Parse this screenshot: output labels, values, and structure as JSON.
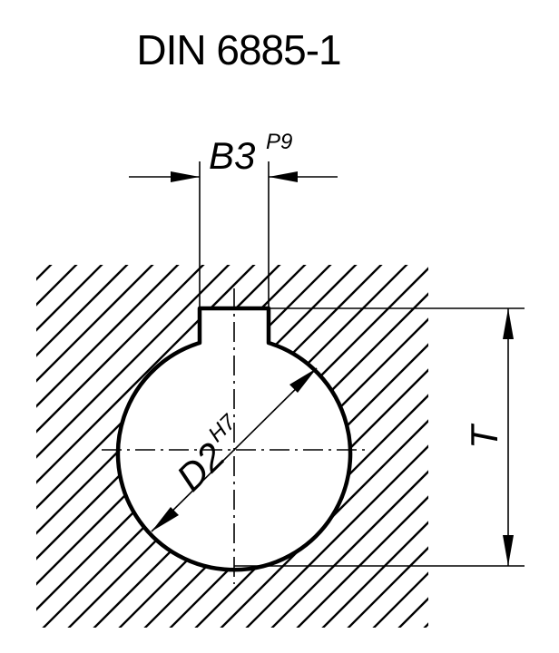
{
  "title": "DIN 6885-1",
  "dimensions": {
    "key_width": {
      "label": "B3",
      "tolerance": "P9"
    },
    "bore_diameter": {
      "label": "D2",
      "tolerance": "H7"
    },
    "depth": {
      "label": "T"
    }
  },
  "colors": {
    "line": "#000000",
    "background": "#ffffff"
  }
}
